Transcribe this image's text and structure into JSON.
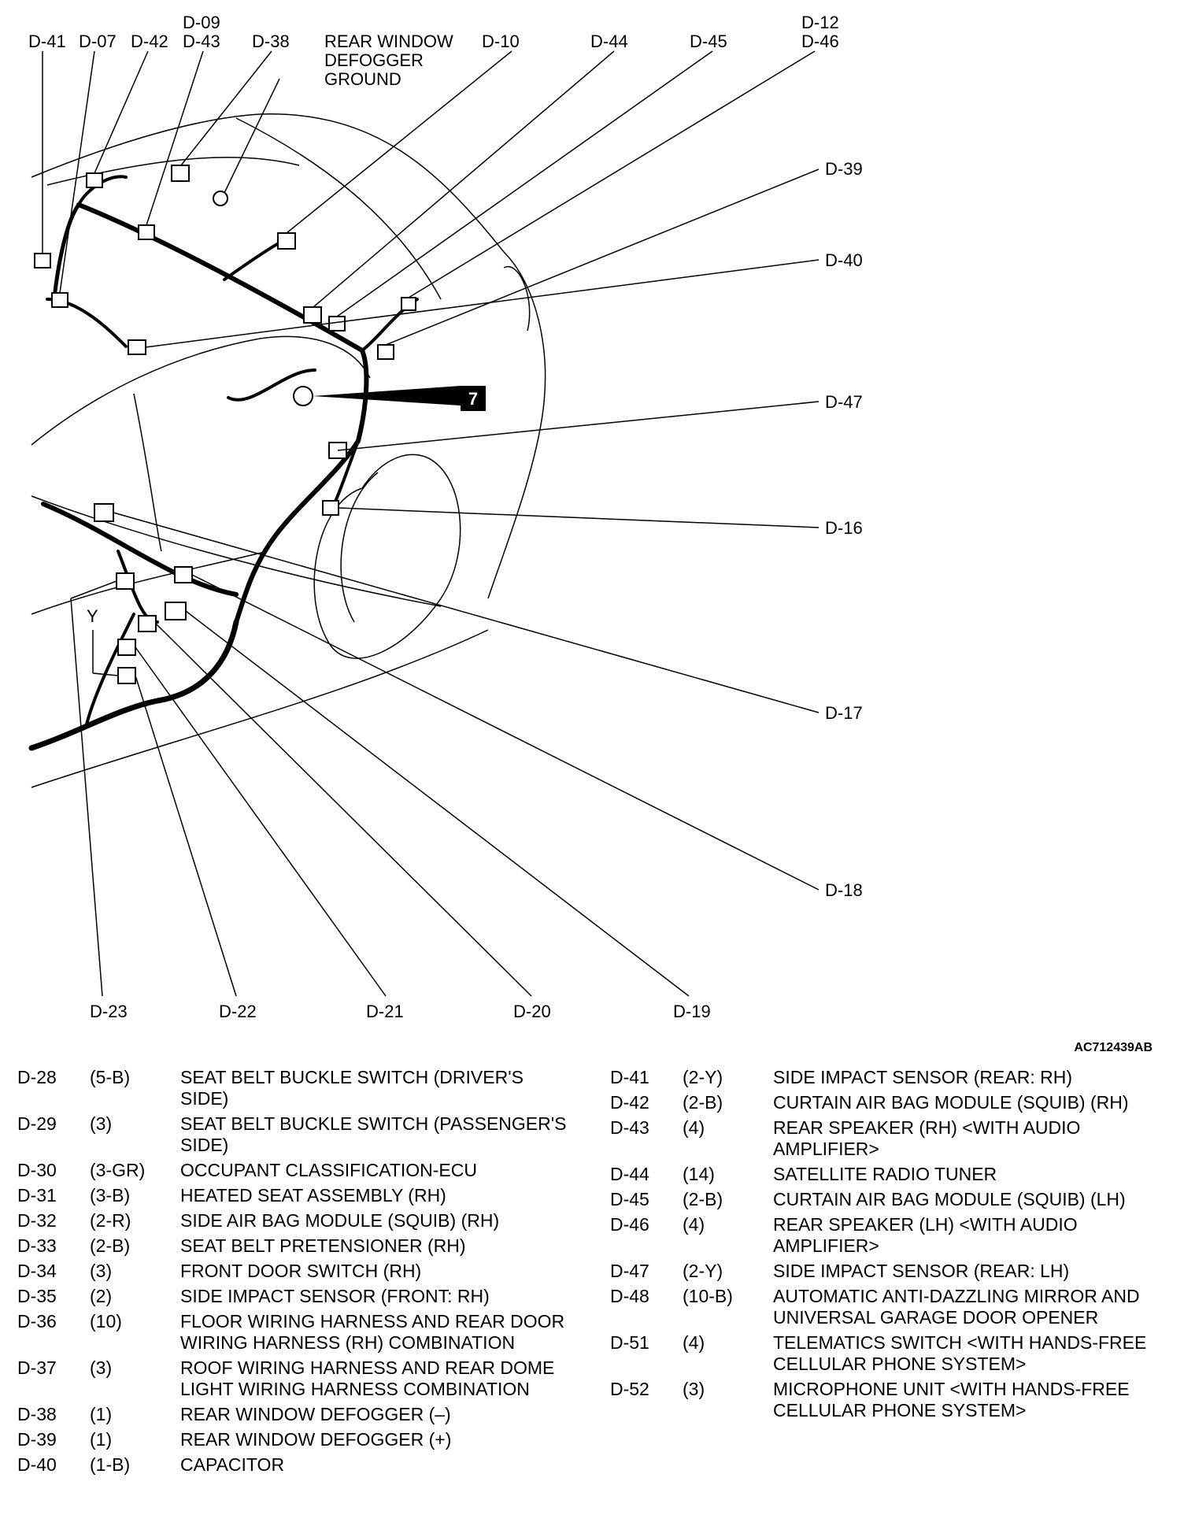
{
  "diagram": {
    "labels": {
      "d41": "D-41",
      "d07": "D-07",
      "d42": "D-42",
      "d09": "D-09",
      "d43": "D-43",
      "d38": "D-38",
      "rear_window_1": "REAR WINDOW",
      "rear_window_2": "DEFOGGER",
      "rear_window_3": "GROUND",
      "d10": "D-10",
      "d44": "D-44",
      "d45": "D-45",
      "d12": "D-12",
      "d46": "D-46",
      "d39": "D-39",
      "d40": "D-40",
      "d47": "D-47",
      "d16": "D-16",
      "d17": "D-17",
      "d18": "D-18",
      "d19": "D-19",
      "d20": "D-20",
      "d21": "D-21",
      "d22": "D-22",
      "d23": "D-23",
      "y": "Y",
      "ground_number": "7"
    },
    "figure_code": "AC712439AB"
  },
  "legend_left": [
    {
      "id": "D-28",
      "pins": "(5-B)",
      "desc": "SEAT BELT BUCKLE SWITCH (DRIVER'S SIDE)"
    },
    {
      "id": "D-29",
      "pins": "(3)",
      "desc": "SEAT BELT BUCKLE SWITCH (PASSENGER'S SIDE)"
    },
    {
      "id": "D-30",
      "pins": "(3-GR)",
      "desc": "OCCUPANT CLASSIFICATION-ECU"
    },
    {
      "id": "D-31",
      "pins": "(3-B)",
      "desc": "HEATED SEAT ASSEMBLY (RH)"
    },
    {
      "id": "D-32",
      "pins": "(2-R)",
      "desc": "SIDE AIR BAG MODULE (SQUIB) (RH)"
    },
    {
      "id": "D-33",
      "pins": "(2-B)",
      "desc": "SEAT BELT PRETENSIONER (RH)"
    },
    {
      "id": "D-34",
      "pins": "(3)",
      "desc": "FRONT DOOR SWITCH (RH)"
    },
    {
      "id": "D-35",
      "pins": "(2)",
      "desc": "SIDE IMPACT SENSOR (FRONT: RH)"
    },
    {
      "id": "D-36",
      "pins": "(10)",
      "desc": "FLOOR WIRING HARNESS AND REAR DOOR WIRING HARNESS (RH) COMBINATION"
    },
    {
      "id": "D-37",
      "pins": "(3)",
      "desc": "ROOF WIRING HARNESS AND REAR DOME LIGHT WIRING HARNESS COMBINATION"
    },
    {
      "id": "D-38",
      "pins": "(1)",
      "desc": "REAR WINDOW DEFOGGER (–)"
    },
    {
      "id": "D-39",
      "pins": "(1)",
      "desc": "REAR WINDOW DEFOGGER (+)"
    },
    {
      "id": "D-40",
      "pins": "(1-B)",
      "desc": "CAPACITOR"
    }
  ],
  "legend_right": [
    {
      "id": "D-41",
      "pins": "(2-Y)",
      "desc": "SIDE IMPACT SENSOR (REAR: RH)"
    },
    {
      "id": "D-42",
      "pins": "(2-B)",
      "desc": "CURTAIN AIR BAG MODULE (SQUIB) (RH)"
    },
    {
      "id": "D-43",
      "pins": "(4)",
      "desc": "REAR SPEAKER (RH) <WITH AUDIO AMPLIFIER>"
    },
    {
      "id": "D-44",
      "pins": "(14)",
      "desc": "SATELLITE RADIO TUNER"
    },
    {
      "id": "D-45",
      "pins": "(2-B)",
      "desc": "CURTAIN AIR BAG MODULE (SQUIB) (LH)"
    },
    {
      "id": "D-46",
      "pins": "(4)",
      "desc": "REAR SPEAKER (LH) <WITH AUDIO AMPLIFIER>"
    },
    {
      "id": "D-47",
      "pins": "(2-Y)",
      "desc": "SIDE IMPACT SENSOR (REAR: LH)"
    },
    {
      "id": "D-48",
      "pins": "(10-B)",
      "desc": "AUTOMATIC ANTI-DAZZLING MIRROR AND UNIVERSAL GARAGE DOOR OPENER"
    },
    {
      "id": "D-51",
      "pins": "(4)",
      "desc": "TELEMATICS SWITCH <WITH HANDS-FREE CELLULAR PHONE SYSTEM>"
    },
    {
      "id": "D-52",
      "pins": "(3)",
      "desc": "MICROPHONE UNIT <WITH HANDS-FREE CELLULAR PHONE SYSTEM>"
    }
  ]
}
